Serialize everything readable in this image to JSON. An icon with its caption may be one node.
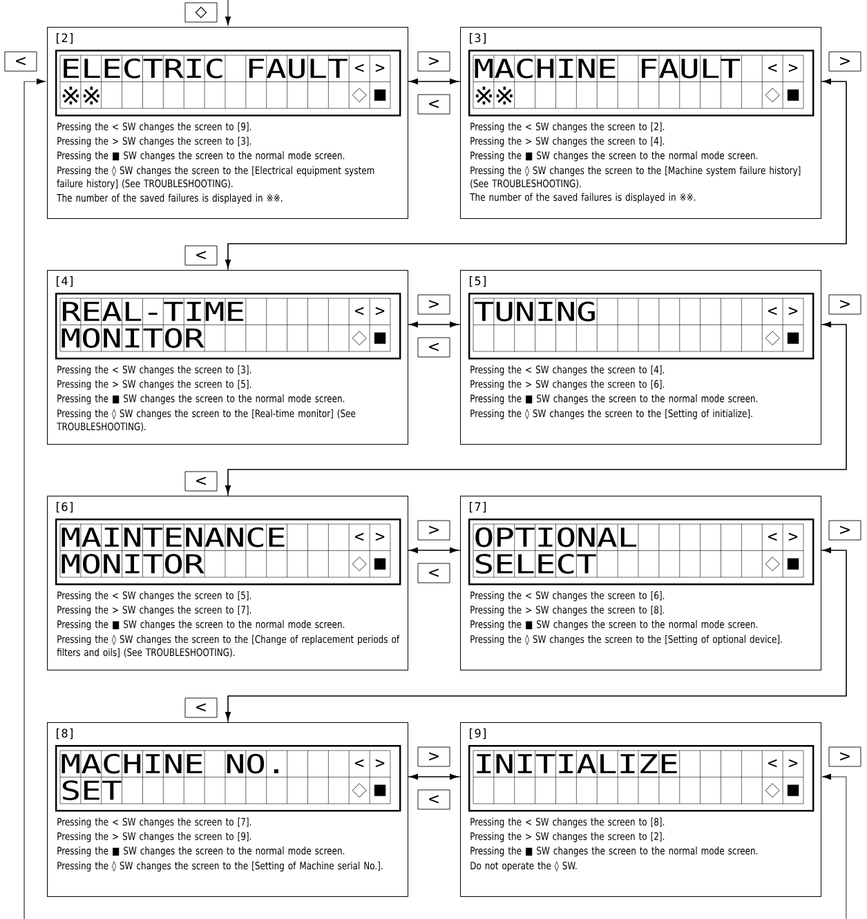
{
  "diagram": {
    "nodes": [
      {
        "text": [
          "[2]",
          "Pressing the < SW changes the screen to [9].",
          "Pressing the > SW changes the screen to [3].",
          "Pressing the ■ SW changes the screen to the normal mode screen.",
          "Pressing the ◊ SW changes the screen to the [Electrical equipment system failure history] (See TROUBLESHOOTING).",
          "The number of the saved failures is displayed in ※※."
        ]
      },
      {
        "text": [
          "ELECTRIC FAULT",
          "※※",
          "<",
          ">"
        ],
        "in": 0
      },
      {
        "text": [
          "[3]",
          "Pressing the < SW changes the screen to [2].",
          "Pressing the > SW changes the screen to [4].",
          "Pressing the ■ SW changes the screen to the normal mode screen.",
          "Pressing the ◊ SW changes the screen to the [Machine system failure history] (See TROUBLESHOOTING).",
          "The number of the saved failures is displayed in ※※."
        ]
      },
      {
        "text": [
          "MACHINE FAULT",
          "※※",
          "<",
          ">"
        ],
        "in": 2
      },
      {
        "text": [
          "[4]",
          "Pressing the < SW changes the screen to [3].",
          "Pressing the > SW changes the screen to [5].",
          "Pressing the ■ SW changes the screen to the normal mode screen.",
          "Pressing the ◊ SW changes the screen to the [Real-time monitor] (See TROUBLESHOOTING)."
        ]
      },
      {
        "text": [
          "REAL-TIME",
          "MONITOR",
          "<",
          ">"
        ],
        "in": 4
      },
      {
        "text": [
          "[5]",
          "Pressing the < SW changes the screen to [4].",
          "Pressing the > SW changes the screen to [6].",
          "Pressing the ■ SW changes the screen to the normal mode screen.",
          "Pressing the ◊ SW changes the screen to the [Setting of initialize]."
        ]
      },
      {
        "text": [
          "TUNING",
          "<",
          ">"
        ],
        "in": 6
      },
      {
        "text": [
          "[6]",
          "Pressing the < SW changes the screen to [5].",
          "Pressing the > SW changes the screen to [7].",
          "Pressing the ■ SW changes the screen to the normal mode screen.",
          "Pressing the ◊ SW changes the screen to the [Change of replacement periods of filters and oils] (See TROUBLESHOOTING)."
        ]
      },
      {
        "text": [
          "MAINTENANCE",
          "MONITOR",
          "<",
          ">"
        ],
        "in": 8
      },
      {
        "text": [
          "[7]",
          "Pressing the < SW changes the screen to [6].",
          "Pressing the > SW changes the screen to [8].",
          "Pressing the ■ SW changes the screen to the normal mode screen.",
          "Pressing the ◊ SW changes the screen to the [Setting of optional device]."
        ]
      },
      {
        "text": [
          "OPTIONAL",
          "SELECT",
          "<",
          ">"
        ],
        "in": 10
      },
      {
        "text": [
          "[8]",
          "Pressing the < SW changes the screen to [7].",
          "Pressing the > SW changes the screen to [9].",
          "Pressing the ■ SW changes the screen to the normal mode screen.",
          "Pressing the ◊ SW changes the screen to the [Setting of Machine serial No.]."
        ]
      },
      {
        "text": [
          "MACHINE NO.",
          "SET",
          "<",
          ">"
        ],
        "in": 12
      },
      {
        "text": [
          "[9]",
          "Pressing the < SW changes the screen to [8].",
          "Pressing the > SW changes the screen to [2].",
          "Pressing the ■ SW changes the screen to the normal mode screen.",
          "Do not operate the ◊ SW."
        ]
      },
      {
        "text": [
          "INITIALIZE",
          "<",
          ">"
        ],
        "in": 14
      }
    ],
    "edges": [
      {
        "from": null,
        "to": 0,
        "arrow": "to",
        "label": "◇"
      },
      {
        "from": 0,
        "to": 2,
        "arrow": "to",
        "label": ">"
      },
      {
        "from": 2,
        "to": 0,
        "arrow": "to",
        "label": "<"
      },
      {
        "from": 2,
        "to": 4,
        "arrow": "to",
        "label": ">"
      },
      {
        "from": 4,
        "to": 2,
        "arrow": "to",
        "label": "<"
      },
      {
        "from": 4,
        "to": 6,
        "arrow": "to",
        "label": ">"
      },
      {
        "from": 6,
        "to": 4,
        "arrow": "to",
        "label": "<"
      },
      {
        "from": 6,
        "to": 8,
        "arrow": "to",
        "label": ">"
      },
      {
        "from": 8,
        "to": 6,
        "arrow": "to",
        "label": "<"
      },
      {
        "from": 8,
        "to": 10,
        "arrow": "to",
        "label": ">"
      },
      {
        "from": 10,
        "to": 8,
        "arrow": "to",
        "label": "<"
      },
      {
        "from": 10,
        "to": 12,
        "arrow": "to",
        "label": ">"
      },
      {
        "from": 12,
        "to": 10,
        "arrow": "to",
        "label": "<"
      },
      {
        "from": 12,
        "to": 14,
        "arrow": "to",
        "label": ">"
      },
      {
        "from": 14,
        "to": 12,
        "arrow": "to",
        "label": "<"
      },
      {
        "from": null,
        "to": 14,
        "arrow": "to",
        "label": ">"
      },
      {
        "from": null,
        "to": 0,
        "arrow": "to",
        "label": "<"
      }
    ]
  }
}
